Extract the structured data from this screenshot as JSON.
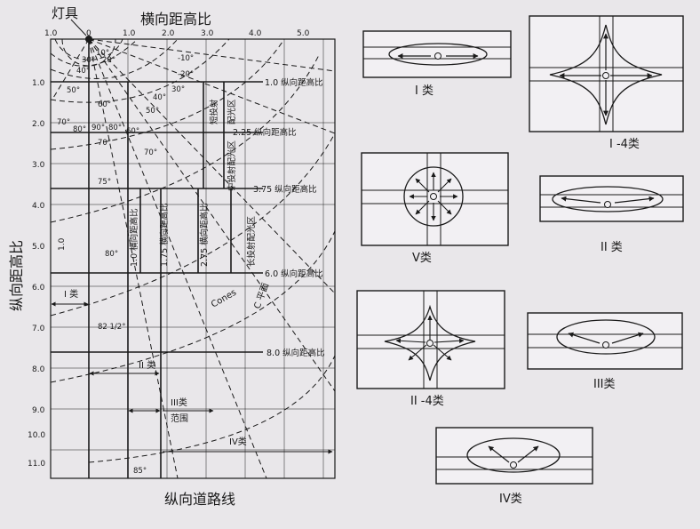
{
  "left_diagram": {
    "luminaire_label": "灯具",
    "lateral_title": "横向距高比",
    "longitudinal_title": "纵向距高比",
    "road_line_label": "纵向道路线",
    "top_ticks": [
      "1.0",
      "0",
      "1.0",
      "2.0",
      "3.0",
      "4.0",
      "5.0"
    ],
    "left_ticks": [
      "1.0",
      "2.0",
      "3.0",
      "4.0",
      "5.0",
      "6.0",
      "7.0",
      "8.0",
      "9.0",
      "10.0",
      "11.0"
    ],
    "vertical_axis_tick": "1.0",
    "angles": [
      "10°",
      "20°",
      "30°",
      "40°",
      "50°",
      "60°",
      "70°",
      "80°",
      "90°",
      "80°",
      "70°",
      "75°",
      "80°",
      "82 1/2°",
      "85°",
      "-10°",
      "-20°",
      "30°",
      "40°",
      "50°",
      "60°",
      "70°"
    ],
    "right_labels": [
      "1.0 纵向距高比",
      "2.25 纵向距高比",
      "3.75 纵向距高比",
      "6.0 纵向距高比",
      "8.0 纵向距高比"
    ],
    "vertical_labels": [
      "1.0 横向距高比",
      "1.75 横向距高比",
      "2.75 横向距高比"
    ],
    "zone_labels": [
      "短投射",
      "配光区",
      "中投射配光区",
      "长投射配光区"
    ],
    "cones_label": "Cones",
    "c_plane_label": "C 平面",
    "class_labels": [
      "I 类",
      "II 类",
      "III类",
      "范围",
      "IV类"
    ]
  },
  "patterns": [
    {
      "label": "I 类"
    },
    {
      "label": "I -4类"
    },
    {
      "label": "V类"
    },
    {
      "label": "II 类"
    },
    {
      "label": "II -4类"
    },
    {
      "label": "III类"
    },
    {
      "label": "IV类"
    }
  ]
}
